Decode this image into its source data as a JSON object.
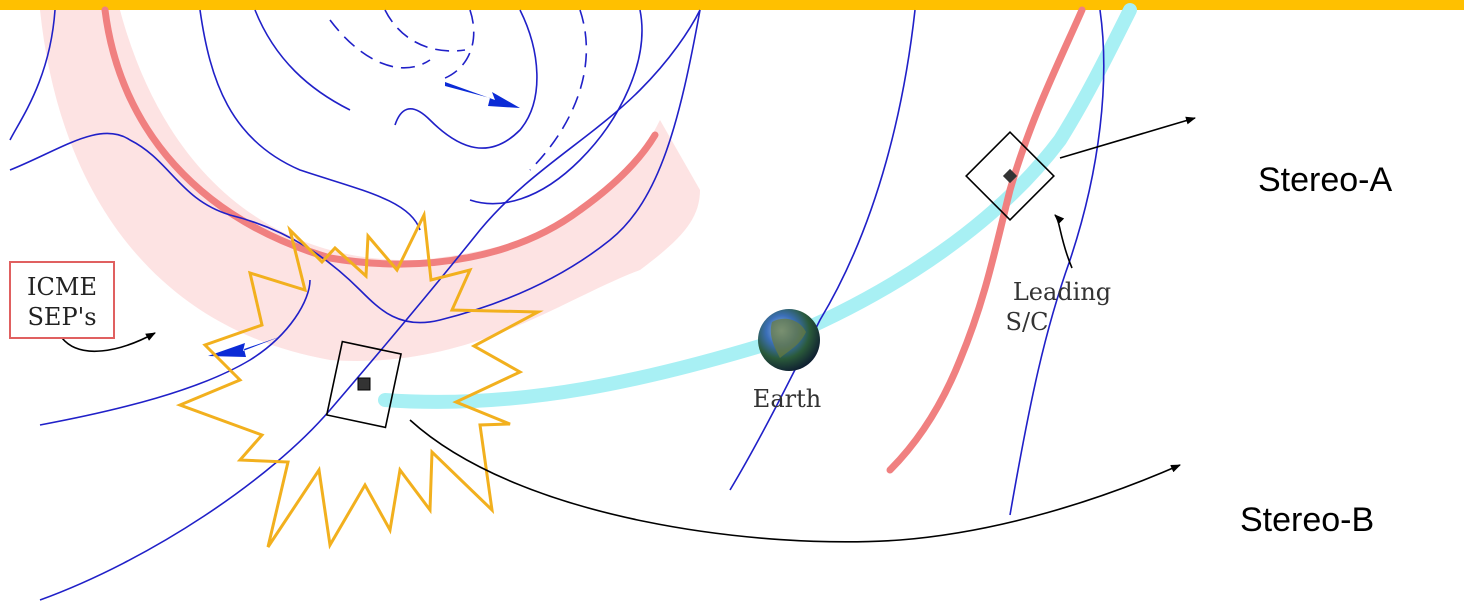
{
  "colors": {
    "banner": "#ffc000",
    "field_line": "#2020c8",
    "shock_front": "#f08080",
    "sep_region": "#fde3e3",
    "earth_orbit": "#a8f0f4",
    "burst_outline": "#f2b01e",
    "label_box_border": "#e06060"
  },
  "labels": {
    "icme_line1": "ICME",
    "icme_line2": "SEP's",
    "earth": "Earth",
    "leading_line1": "Leading",
    "leading_line2": "S/C",
    "stereo_a": "Stereo-A",
    "stereo_b": "Stereo-B"
  },
  "icons": {
    "earth": "earth-globe-icon",
    "spacecraft_a": "diamond-spacecraft-icon",
    "spacecraft_b": "square-spacecraft-icon",
    "eruption": "starburst-icon"
  }
}
